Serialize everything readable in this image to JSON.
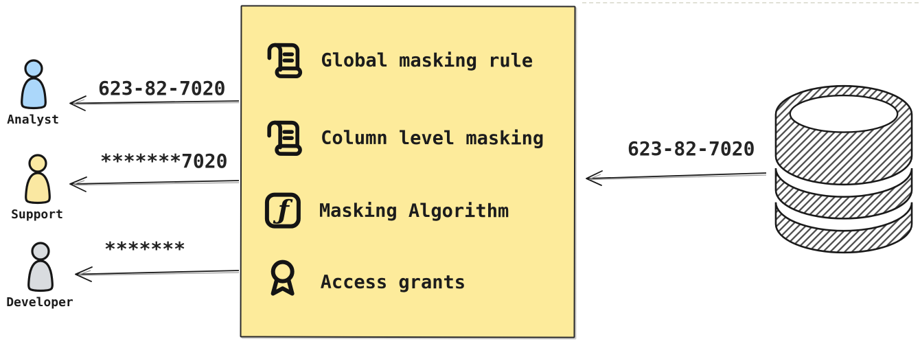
{
  "diagram_title": "data-masking-flow",
  "colors": {
    "box_fill": "#FDEB9B",
    "analyst_fill": "#ABD7FA",
    "support_fill": "#FAE8A2",
    "developer_fill": "#D9DCDF",
    "stroke": "#1a1a1a"
  },
  "database": {
    "icon": "database-icon",
    "outgoing_value": "623-82-7020"
  },
  "masking_box": {
    "items": [
      {
        "icon": "scroll-icon",
        "label": "Global masking rule"
      },
      {
        "icon": "scroll-icon",
        "label": "Column level masking"
      },
      {
        "icon": "function-icon",
        "label": "Masking Algorithm"
      },
      {
        "icon": "award-icon",
        "label": "Access grants"
      }
    ]
  },
  "personas": [
    {
      "name": "Analyst",
      "color": "#ABD7FA",
      "masked_value": "623-82-7020"
    },
    {
      "name": "Support",
      "color": "#FAE8A2",
      "masked_value": "*******7020"
    },
    {
      "name": "Developer",
      "color": "#D9DCDF",
      "masked_value": "*******"
    }
  ]
}
